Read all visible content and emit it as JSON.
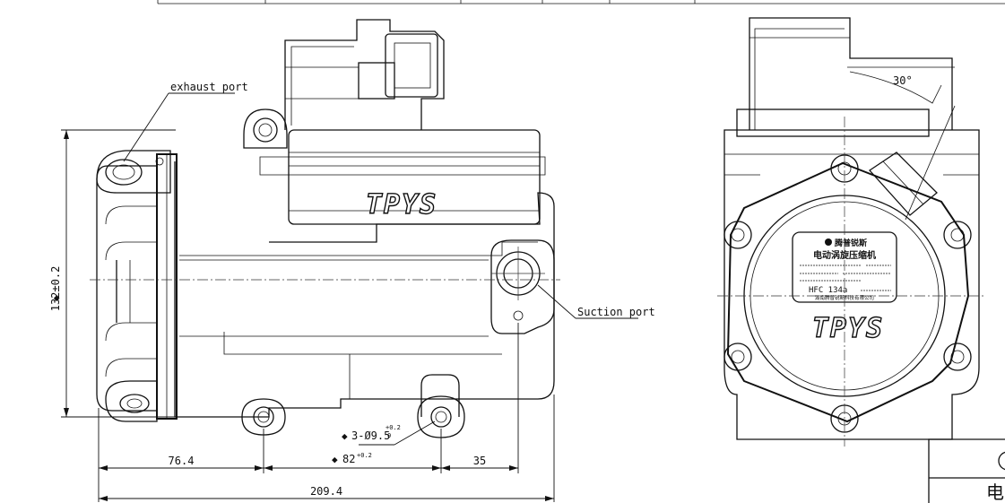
{
  "labels": {
    "exhaust_port": "exhaust port",
    "suction_port": "Suction port",
    "angle": "30°"
  },
  "dimensions": {
    "height": "132±0.2",
    "width_left": "76.4",
    "width_mid": "82",
    "width_right": "35",
    "total_width": "209.4",
    "hole": "3-Ø9.5",
    "hole_tol_upper": "+0.2",
    "hole_tol_lower": "0",
    "mid_tol": "+0.2"
  },
  "branding": {
    "logo_text": "TPYS"
  },
  "nameplate": {
    "brand": "腾普锐斯",
    "product": "电动涡旋压缩机",
    "refrigerant": "HFC 134a",
    "manufacturer": "湖南腾普锐斯科技有限公司"
  },
  "title_block": {
    "char": "电"
  },
  "colors": {
    "line": "#111111",
    "background": "#ffffff"
  }
}
